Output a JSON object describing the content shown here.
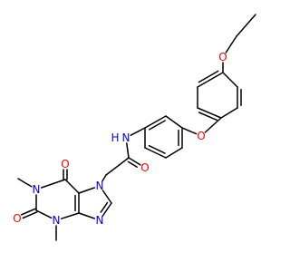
{
  "colors": {
    "carbon_bond": "#000000",
    "oxygen": "#ff0000",
    "nitrogen": "#0000ff",
    "background": "#ffffff"
  },
  "atoms": {
    "O_ether_ethoxy": "O",
    "O_ether_aryl": "O",
    "N_amide": "N",
    "H_amide": "H",
    "O_amide": "O",
    "O_carbonyl_6": "O",
    "O_carbonyl_2": "O",
    "N7": "N",
    "N9": "N",
    "N1": "N",
    "N3": "N"
  }
}
